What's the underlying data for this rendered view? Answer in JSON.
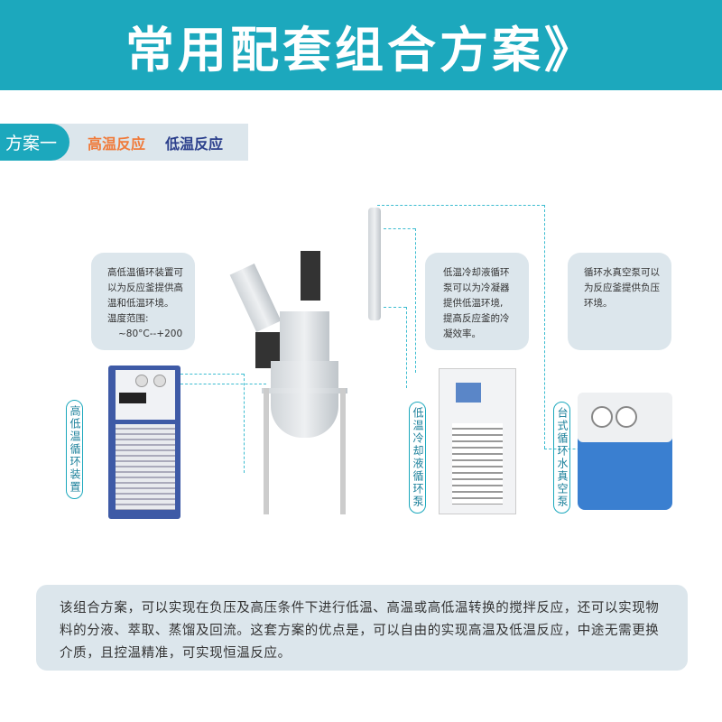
{
  "header": {
    "title": "常用配套组合方案》"
  },
  "tabs": {
    "scheme": "方案一",
    "high": "高温反应",
    "low": "低温反应"
  },
  "colors": {
    "accent": "#1CA8BD",
    "high": "#F07A3A",
    "low": "#2B3F8C"
  },
  "notes": [
    {
      "lines": [
        "高低温循环装置可",
        "以为反应釜提供高",
        "温和低温环境。",
        "温度范围:",
        "~80°C--+200"
      ]
    },
    {
      "lines": [
        "低温冷却液循环",
        "泵可以为冷凝器",
        "提供低温环境,",
        "提高反应釜的冷",
        "凝效率。"
      ]
    },
    {
      "lines": [
        "循环水真空泵可以",
        "为反应釜提供负压",
        "环境。"
      ]
    }
  ],
  "labels": [
    "高低温循环装置",
    "低温冷却液循环泵",
    "台式循环水真空泵"
  ],
  "description": "该组合方案，可以实现在负压及高压条件下进行低温、高温或高低温转换的搅拌反应，还可以实现物料的分液、萃取、蒸馏及回流。这套方案的优点是，可以自由的实现高温及低温反应，中途无需更换介质，且控温精准，可实现恒温反应。"
}
